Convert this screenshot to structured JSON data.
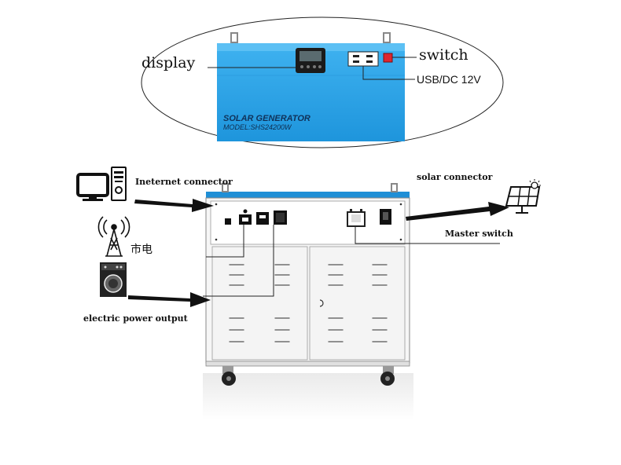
{
  "labels": {
    "display": "display",
    "switch": "switch",
    "usb_dc": "USB/DC 12V",
    "brand": "SOLAR GENERATOR",
    "model": "MODEL:SHS24200W",
    "internet_connector": "Ineternet connector",
    "mains": "市电",
    "electric_power_output": "electric power output",
    "solar_connector": "solar connector",
    "master_switch": "Master switch"
  },
  "colors": {
    "housing_blue": "#29a4ea",
    "housing_blue_dark": "#1f8fd6",
    "cabinet_white": "#f4f4f4",
    "arrow_black": "#111111",
    "switch_red": "#e0262e"
  },
  "icons": [
    "computer-icon",
    "radio-tower-icon",
    "washing-machine-icon",
    "solar-panel-icon"
  ]
}
